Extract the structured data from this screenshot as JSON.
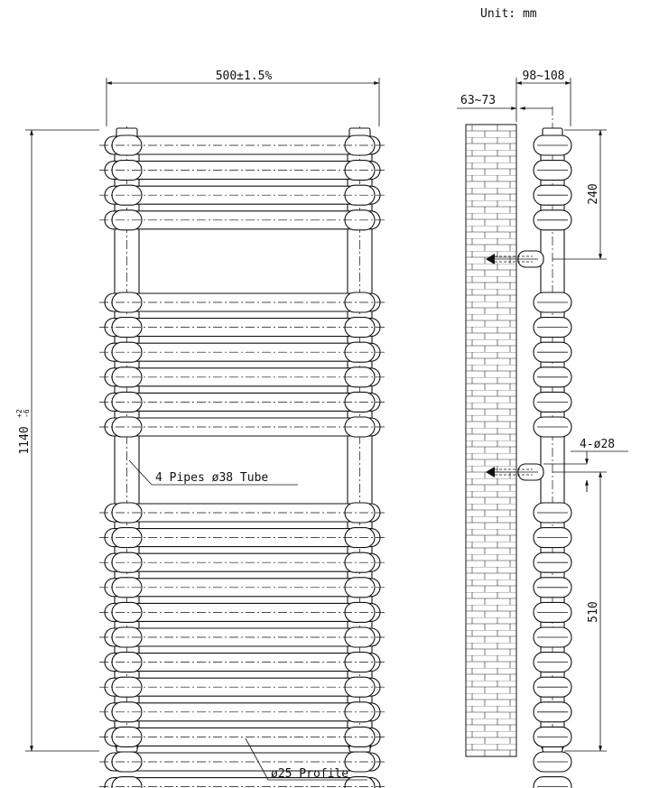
{
  "unit_label": "Unit: mm",
  "front_view": {
    "width_dim": "500±1.5%",
    "height_dim_main": "1140",
    "height_dim_tol_upper": "+2",
    "height_dim_tol_lower": "-6",
    "pipes_callout": "4 Pipes ø38 Tube",
    "profile_callout": "ø25 Profile",
    "profile_rows": 22,
    "row_groups": [
      4,
      6,
      12
    ]
  },
  "side_view": {
    "depth_dim": "98~108",
    "wall_gap_dim": "63~73",
    "top_bracket_dim": "240",
    "bottom_bracket_dim": "510",
    "fixing_holes": "4-ø28"
  }
}
